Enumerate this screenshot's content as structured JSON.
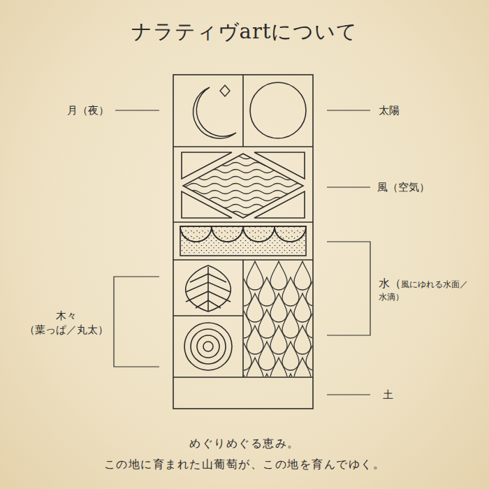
{
  "diagram": {
    "title": "ナラティヴartについて",
    "caption": "めぐりめぐる恵み。 この地に育まれた山葡萄が、この地を育んでゆく。",
    "labels": [
      "月（夜）",
      "太陽",
      "風（空気）",
      "水（風にゆれる水面／ 水滴）",
      "木々 （葉っぱ／丸太）",
      "土"
    ]
  }
}
